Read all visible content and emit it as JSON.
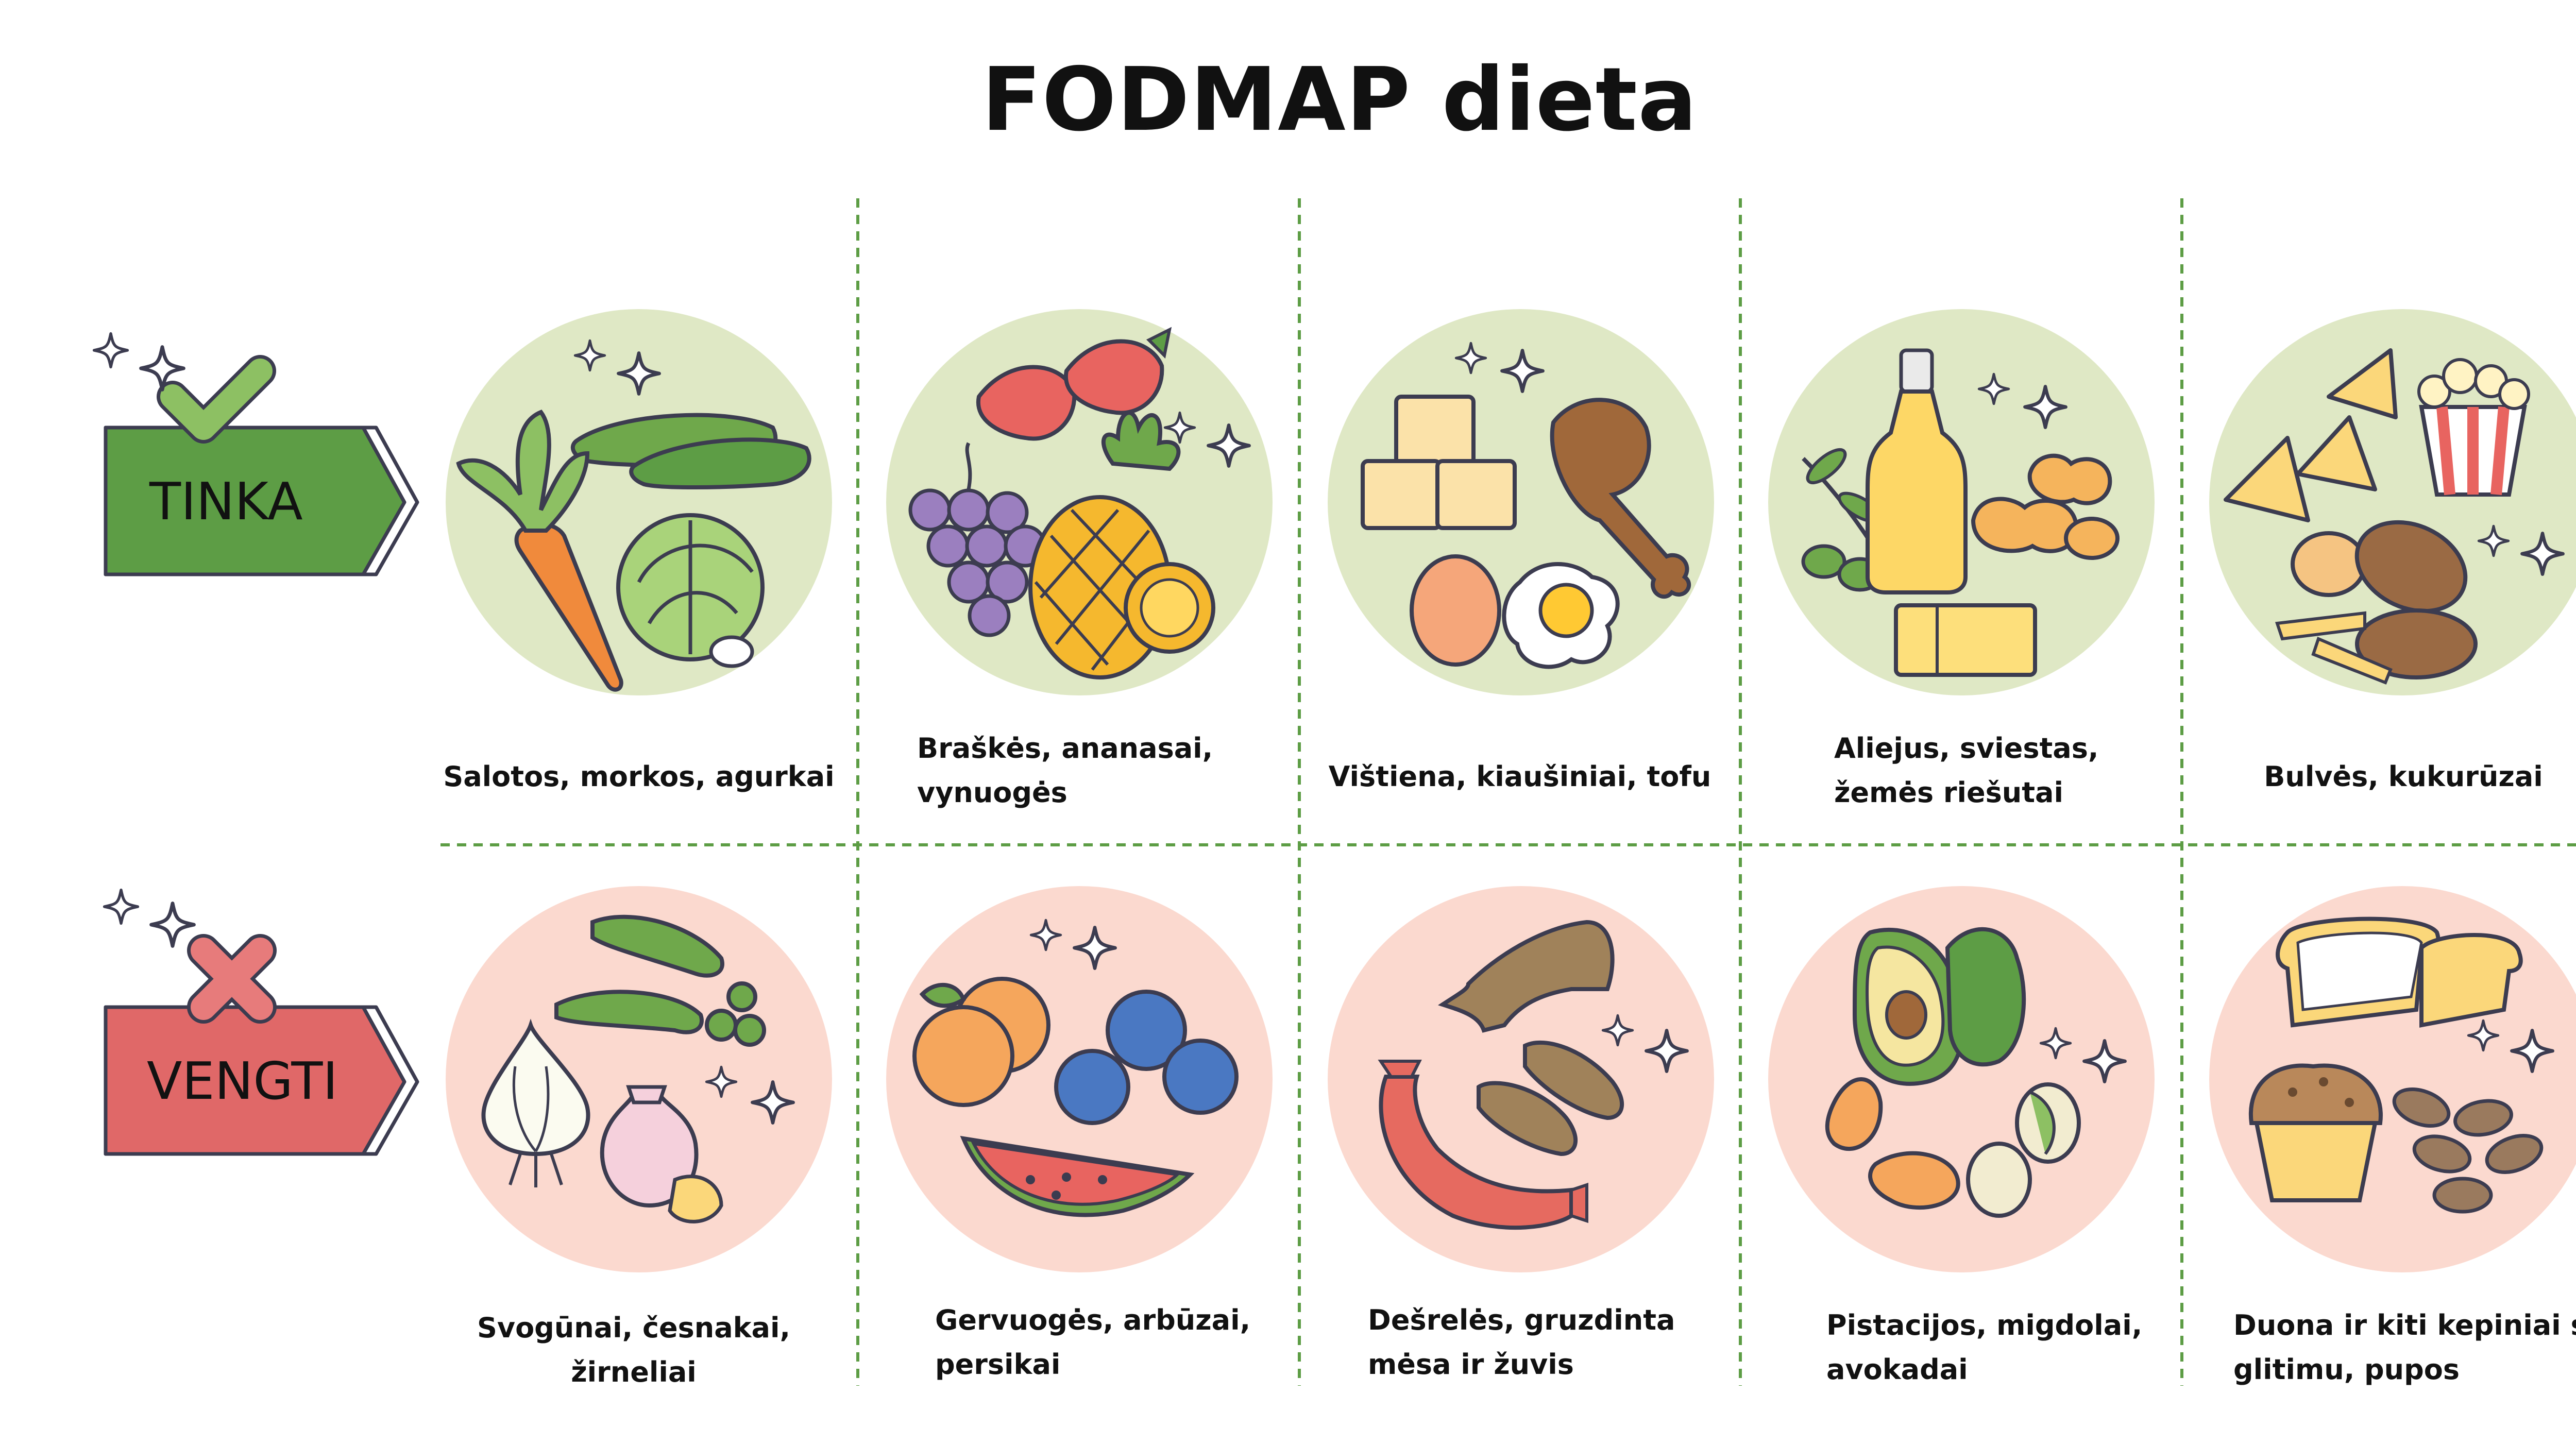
{
  "title": "FODMAP dieta",
  "rows": [
    {
      "label": "TINKA",
      "color": "#5d9d45",
      "circle_color": "#dfe8c5",
      "items": [
        {
          "caption": [
            "Salotos, morkos, agurkai"
          ]
        },
        {
          "caption": [
            "Braškės, ananasai,",
            "vynuogės"
          ]
        },
        {
          "caption": [
            "Vištiena, kiaušiniai, tofu"
          ]
        },
        {
          "caption": [
            "Aliejus, sviestas,",
            "žemės riešutai"
          ]
        },
        {
          "caption": [
            "Bulvės, kukurūzai"
          ]
        }
      ]
    },
    {
      "label": "VENGTI",
      "color": "#e06868",
      "circle_color": "#fbd9cf",
      "items": [
        {
          "caption": [
            "Svogūnai, česnakai, žirneliai"
          ]
        },
        {
          "caption": [
            "Gervuogės, arbūzai,",
            "persikai"
          ]
        },
        {
          "caption": [
            "Dešrelės, gruzdinta",
            "mėsa ir žuvis"
          ]
        },
        {
          "caption": [
            "Pistacijos, migdolai,",
            "avokadai"
          ]
        },
        {
          "caption": [
            "Duona ir kiti kepiniai su",
            "glitimu, pupos"
          ]
        }
      ]
    }
  ],
  "icons": {
    "tinka": "check-mark-icon",
    "vengti": "cross-mark-icon"
  }
}
